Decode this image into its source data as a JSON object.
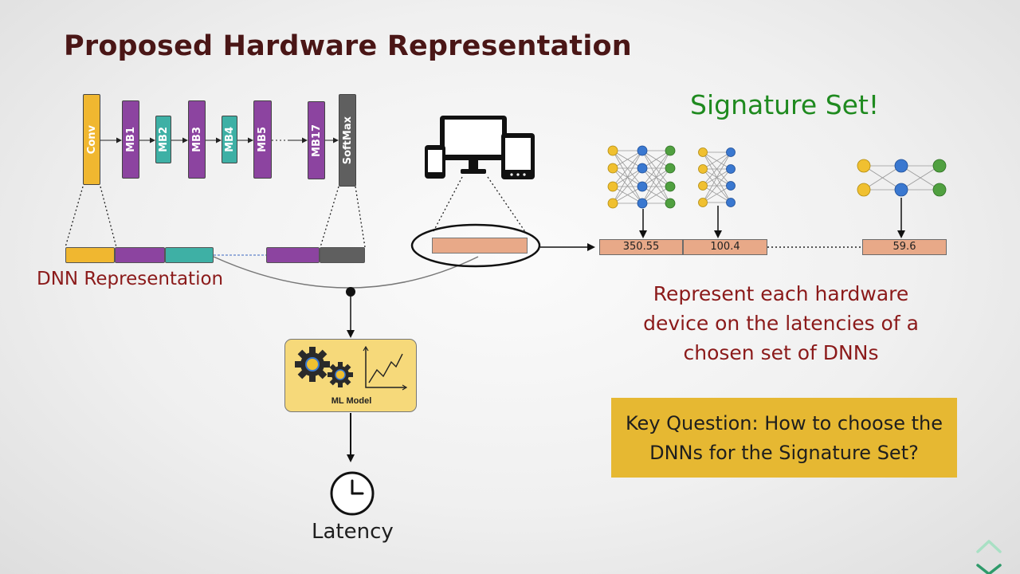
{
  "title": "Proposed Hardware Representation",
  "dnn": {
    "layers": [
      {
        "label": "Conv",
        "color": "#f0b730"
      },
      {
        "label": "MB1",
        "color": "#8c44a0"
      },
      {
        "label": "MB2",
        "color": "#3eb0a5"
      },
      {
        "label": "MB3",
        "color": "#8c44a0"
      },
      {
        "label": "MB4",
        "color": "#3eb0a5"
      },
      {
        "label": "MB5",
        "color": "#8c44a0"
      },
      {
        "label": "MB17",
        "color": "#8c44a0"
      },
      {
        "label": "SoftMax",
        "color": "#5f5f5f"
      }
    ],
    "representation_label": "DNN Representation"
  },
  "signature": {
    "title": "Signature Set!",
    "latencies": [
      "350.55",
      "100.4",
      "59.6"
    ]
  },
  "represent_text": {
    "line1": "Represent each hardware",
    "line2": "device on the latencies of a",
    "line3": "chosen set of DNNs"
  },
  "key_question": {
    "line1": "Key Question: How to choose the",
    "line2": "DNNs for the Signature Set?"
  },
  "ml_model": {
    "label": "ML Model"
  },
  "latency": {
    "label": "Latency"
  },
  "icons": [
    "devices-icon",
    "neural-network-icon",
    "gears-icon",
    "line-chart-icon",
    "clock-icon",
    "chevron-up-icon",
    "chevron-down-icon"
  ],
  "colors": {
    "title": "#4a1616",
    "accent_red": "#8b1a1a",
    "signature_green": "#1f8a1f",
    "latency_box": "#e8a988",
    "key_question_bg": "#e6b832",
    "ml_model_bg": "#f6d97a",
    "node_yellow": "#f0c030",
    "node_blue": "#3a78d0",
    "node_green": "#50a040"
  }
}
